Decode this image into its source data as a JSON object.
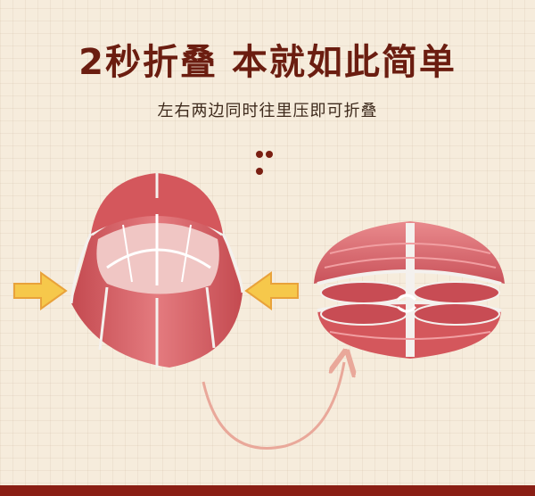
{
  "headline": "2秒折叠 本就如此简单",
  "subline": "左右两边同时往里压即可折叠",
  "illustration": {
    "left_item": "open-round-basket",
    "right_item": "folded-basket",
    "arrows": [
      "press-arrow-left",
      "press-arrow-right",
      "curved-transition-arrow"
    ]
  },
  "colors": {
    "background": "#f6ecdc",
    "headline": "#6b1d10",
    "product_red": "#d4575c",
    "product_light": "#e78a8d",
    "rim_white": "#f4f1ee",
    "arrow_yellow": "#f6c84b",
    "curve_arrow": "#e9a89a",
    "bottom_bar": "#8a1e14"
  }
}
